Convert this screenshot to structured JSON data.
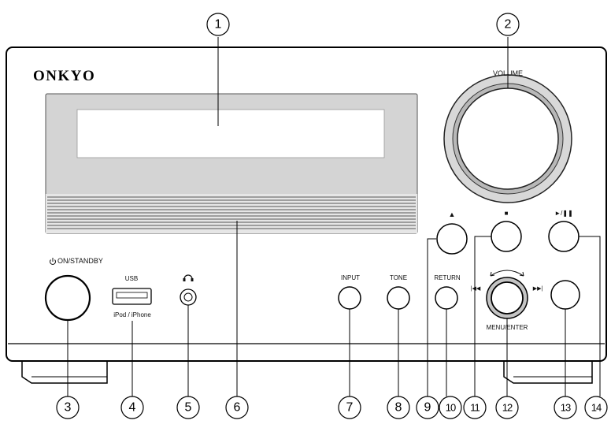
{
  "brand": "ONKYO",
  "labels": {
    "volume": "VOLUME",
    "on_standby": "ON/STANDBY",
    "usb": "USB",
    "ipod_iphone": "iPod / iPhone",
    "input": "INPUT",
    "tone": "TONE",
    "return": "RETURN",
    "menu_enter": "MENU/ENTER"
  },
  "symbols": {
    "eject": "▲",
    "stop": "■",
    "play_pause": "►/❚❚",
    "prev": "|◀◀",
    "next": "▶▶|"
  },
  "callouts": [
    "1",
    "2",
    "3",
    "4",
    "5",
    "6",
    "7",
    "8",
    "9",
    "10",
    "11",
    "12",
    "13",
    "14"
  ],
  "icons": [
    "power-icon",
    "headphone-icon",
    "eject-icon",
    "stop-icon",
    "play-pause-icon",
    "prev-icon",
    "next-icon"
  ]
}
